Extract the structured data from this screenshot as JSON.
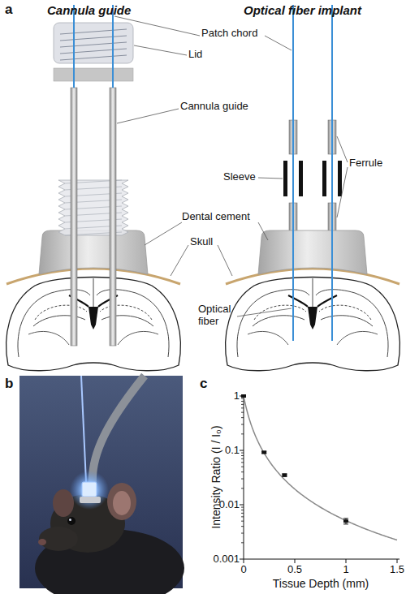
{
  "diagram": {
    "labels": [
      "a",
      "Cannula guide",
      "Optical fiber implant",
      "Patch chord",
      "Lid",
      "Cannula guide",
      "Sleeve",
      "Ferrule",
      "Dental cement",
      "Skull",
      "Optical fiber",
      "b",
      "c",
      "Intensity Ratio (I / I₀)",
      "1",
      "0.1",
      "0.01",
      "0.001",
      "0",
      "0.5",
      "1",
      "1.5",
      "Tissue Depth (mm)"
    ]
  }
}
